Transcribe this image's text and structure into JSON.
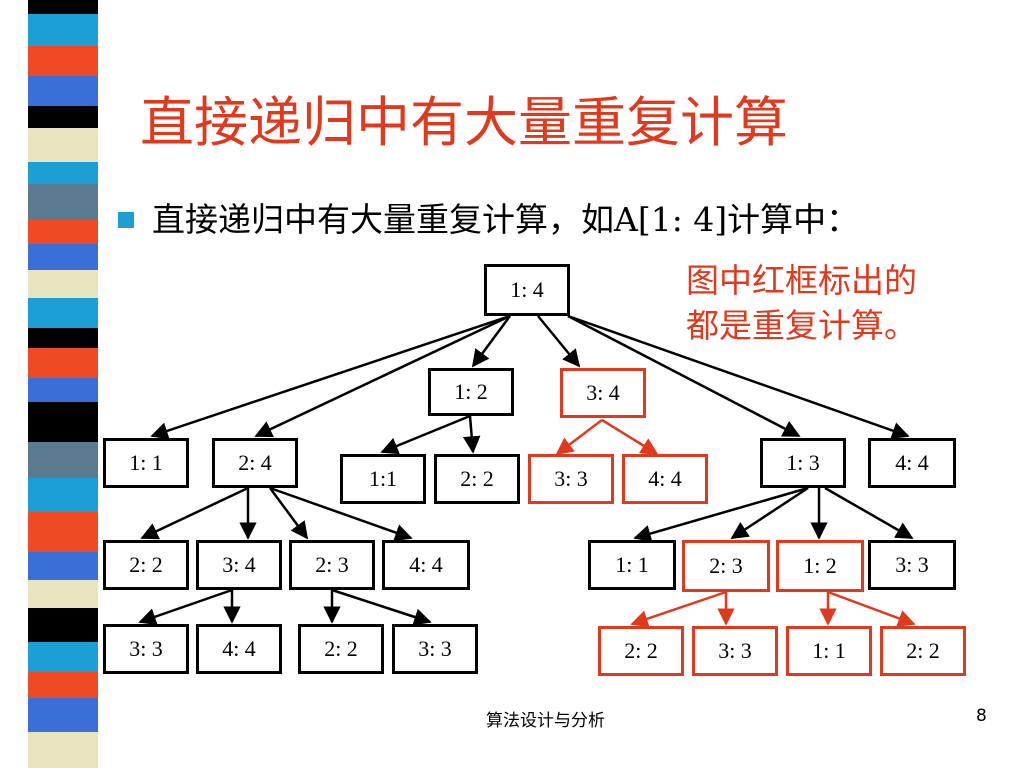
{
  "slide": {
    "title": "直接递归中有大量重复计算",
    "bullet": "直接递归中有大量重复计算，如A[1: 4]计算中：",
    "note_line1": "图中红框标出的",
    "note_line2": "都是重复计算。",
    "footer": "算法设计与分析",
    "page_number": "8"
  },
  "colors": {
    "accent_red": "#e03a1e",
    "bullet_blue": "#1c9fd4"
  },
  "tree": {
    "root": "1: 4",
    "n_12": "1: 2",
    "n_34": "3: 4",
    "n_11a": "1: 1",
    "n_24": "2: 4",
    "n_11b": "1:1",
    "n_22a": "2: 2",
    "n_33a": "3: 3",
    "n_44a": "4: 4",
    "n_13": "1: 3",
    "n_44b": "4: 4",
    "n_22b": "2: 2",
    "n_34b": "3: 4",
    "n_23a": "2: 3",
    "n_44c": "4: 4",
    "n_11c": "1: 1",
    "n_23b": "2: 3",
    "n_12b": "1: 2",
    "n_33b": "3: 3",
    "n_33c": "3: 3",
    "n_44d": "4: 4",
    "n_22c": "2: 2",
    "n_33d": "3: 3",
    "n_22d": "2: 2",
    "n_33e": "3: 3",
    "n_11d": "1: 1",
    "n_22e": "2: 2"
  }
}
